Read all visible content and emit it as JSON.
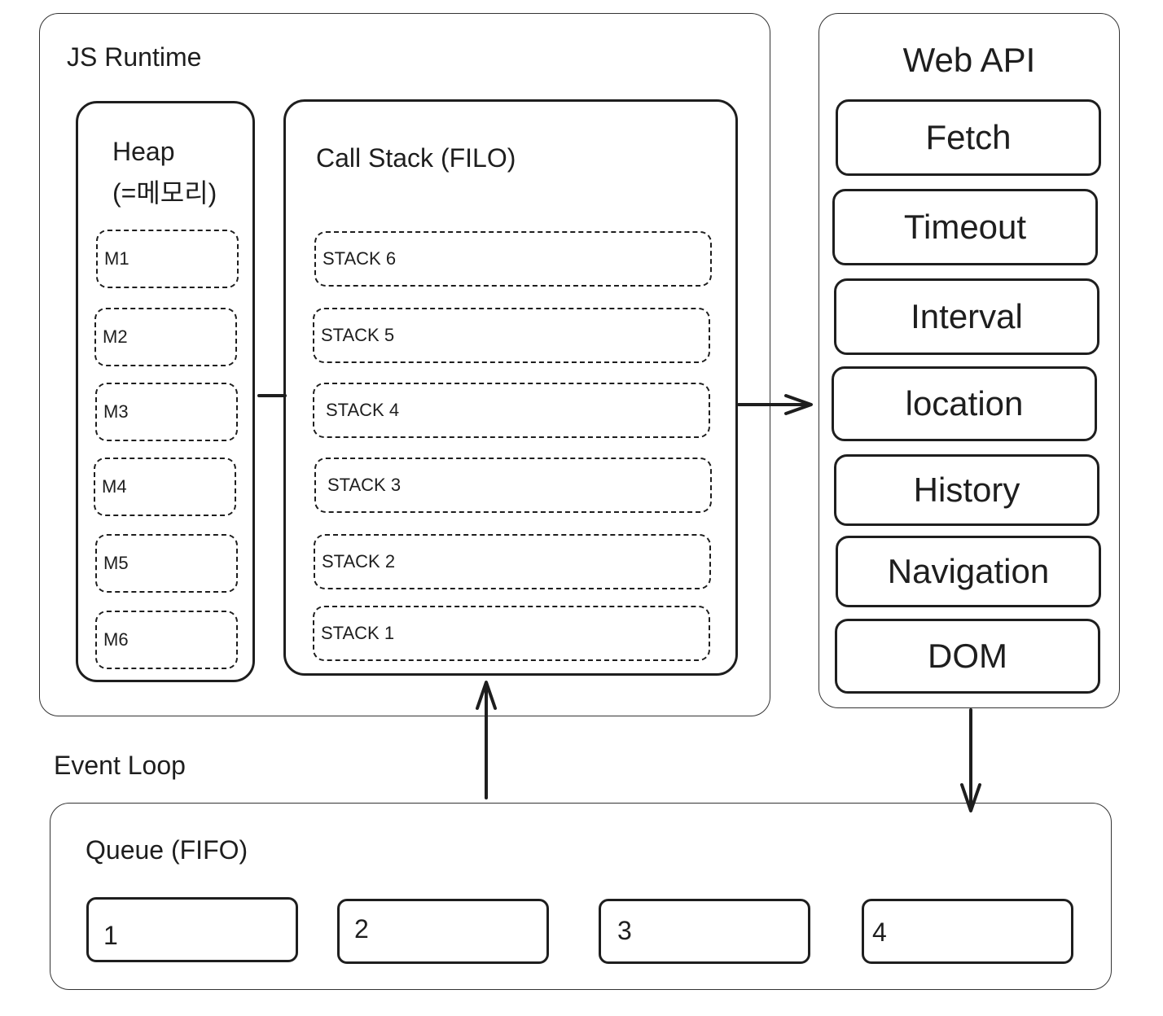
{
  "runtime": {
    "title": "JS Runtime",
    "heap": {
      "title_line1": "Heap",
      "title_line2": "(=메모리)",
      "items": [
        "M1",
        "M2",
        "M3",
        "M4",
        "M5",
        "M6"
      ]
    },
    "stack": {
      "title": "Call Stack (FILO)",
      "items": [
        "STACK 6",
        "STACK 5",
        "STACK 4",
        "STACK 3",
        "STACK 2",
        "STACK 1"
      ]
    }
  },
  "web_api": {
    "title": "Web API",
    "items": [
      "Fetch",
      "Timeout",
      "Interval",
      "location",
      "History",
      "Navigation",
      "DOM"
    ]
  },
  "event_loop": {
    "title": "Event Loop",
    "queue": {
      "title": "Queue (FIFO)",
      "items": [
        "1",
        "2",
        "3",
        "4"
      ]
    }
  },
  "colors": {
    "stroke": "#1e1e1e",
    "outer_stroke": "#333333",
    "background": "#ffffff"
  }
}
